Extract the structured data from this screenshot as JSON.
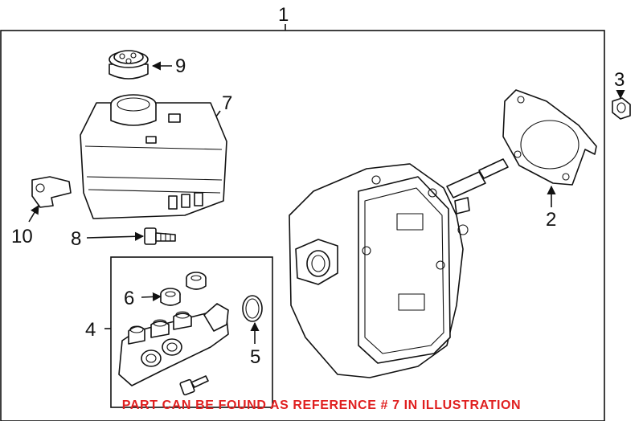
{
  "callouts": {
    "c1": "1",
    "c2": "2",
    "c3": "3",
    "c4": "4",
    "c5": "5",
    "c6": "6",
    "c7": "7",
    "c8": "8",
    "c9": "9",
    "c10": "10"
  },
  "notice": {
    "text": "PART CAN BE FOUND AS REFERENCE # 7 IN ILLUSTRATION",
    "color": "#e02020"
  }
}
